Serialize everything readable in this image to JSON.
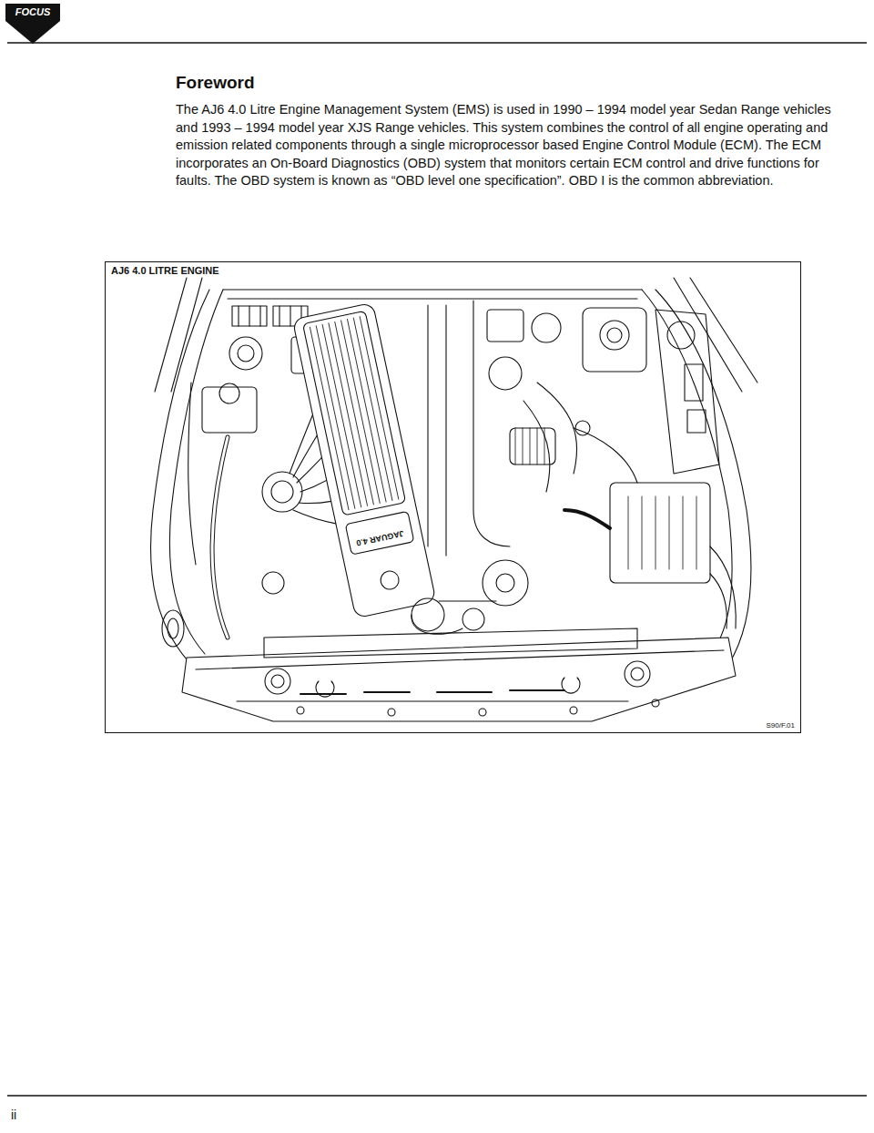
{
  "diagram": {
    "title": "Foreword",
    "nodes": [
      {
        "text": [
          "FOCUS"
        ]
      },
      {
        "text": [
          "AJ6 4.0 LITRE ENGINE",
          "S90/F.01"
        ]
      }
    ],
    "labels": [
      "The AJ6 4.0 Litre Engine Management System (EMS) is used in 1990 – 1994 model year Sedan Range vehicles and 1993 – 1994 model year XJS Range vehicles. This system combines the control of all engine operating and emission related components through a single microprocessor based Engine Control Module (ECM). The ECM incorporates an On-Board Diagnostics (OBD) system that monitors certain ECM control and drive functions for faults. The OBD system is known as “OBD level one specification”. OBD I is the common abbreviation.",
      "JAGUAR 4.0",
      "ii"
    ]
  }
}
